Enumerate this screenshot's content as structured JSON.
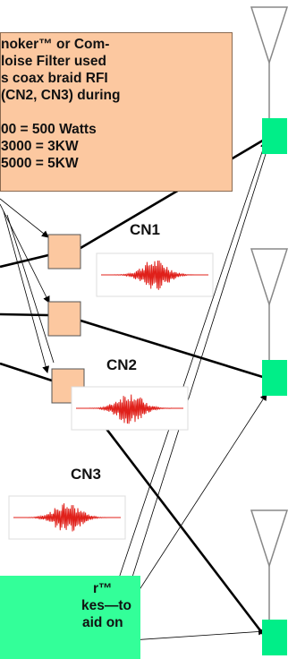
{
  "top_box": {
    "lines": [
      "noker™ or Com-",
      "loise Filter used",
      "s  coax braid RFI",
      "(CN2, CN3) during",
      "",
      "00 = 500 Watts",
      "3000 = 3KW",
      "5000 = 5KW"
    ]
  },
  "bottom_box": {
    "lines": [
      "r™",
      "kes—to",
      "aid on"
    ]
  },
  "noise_labels": {
    "cn1": "CN1",
    "cn2": "CN2",
    "cn3": "CN3"
  },
  "colors": {
    "orange_box": "#fcc8a0",
    "filter_block": "#fcc8a0",
    "green": "#33ff99",
    "antenna_feed": "#00ee88",
    "noise_wave": "#e0201a",
    "line": "#000000"
  }
}
